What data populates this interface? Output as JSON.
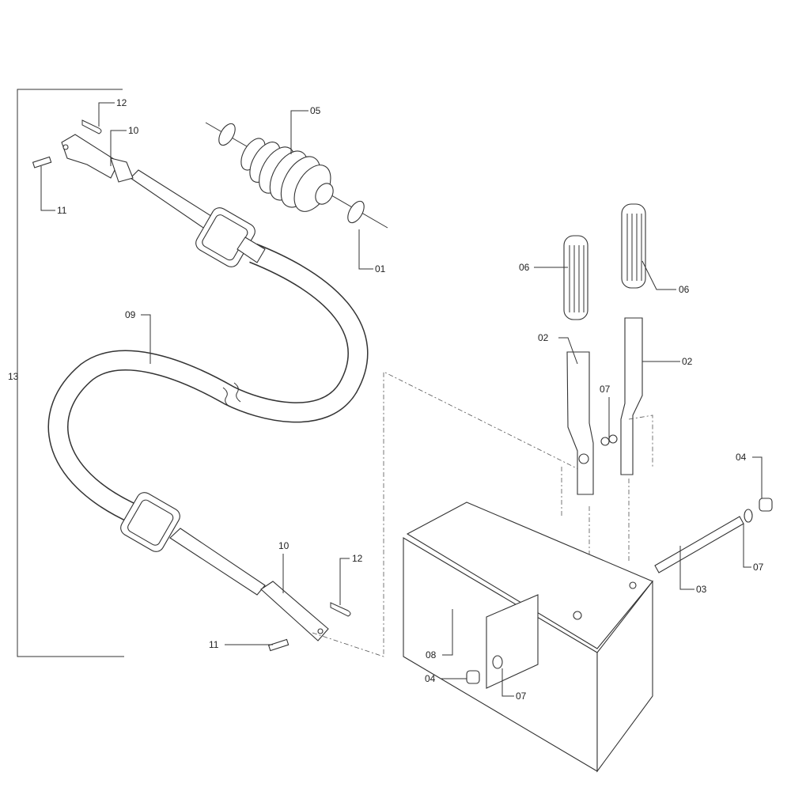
{
  "diagram": {
    "labels": {
      "p12a": "12",
      "p10a": "10",
      "p05": "05",
      "p11a": "11",
      "p01": "01",
      "p06a": "06",
      "p06b": "06",
      "p09": "09",
      "p02a": "02",
      "p02b": "02",
      "p13": "13",
      "p07a": "07",
      "p04a": "04",
      "p12b": "12",
      "p10b": "10",
      "p07b": "07",
      "p03": "03",
      "p11b": "11",
      "p08": "08",
      "p04b": "04",
      "p07c": "07"
    }
  }
}
